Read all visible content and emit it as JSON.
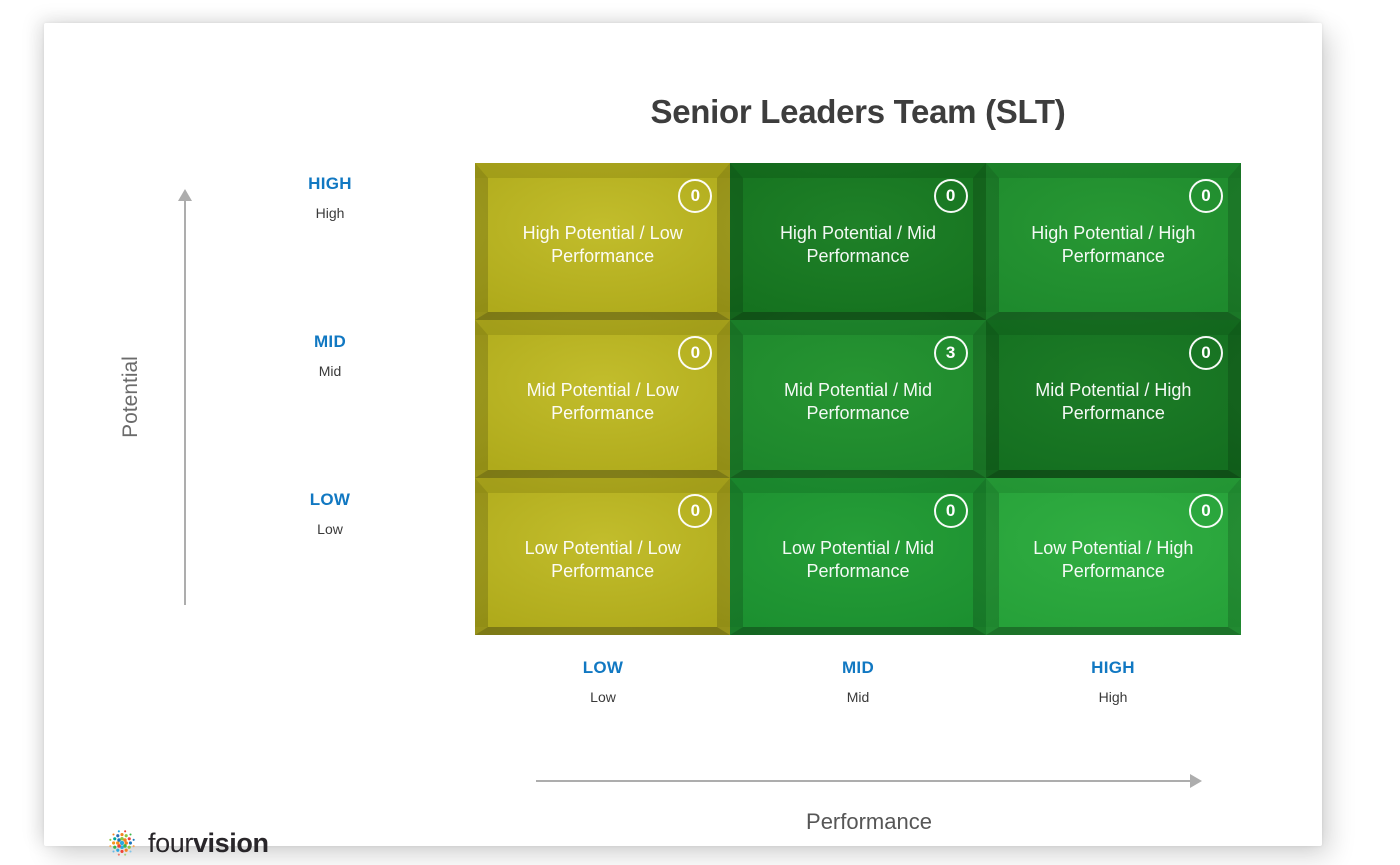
{
  "title": "Senior Leaders Team (SLT)",
  "colors": {
    "axis_blue": "#1178c2",
    "axis_gray": "#adadad",
    "title_gray": "#3d3d3d",
    "yellow_cell": "#afaa1b",
    "dark_green_cell": "#15721f",
    "green_cell": "#1e8a2d",
    "bright_green_cell": "#26a139"
  },
  "y_axis": {
    "label": "Potential",
    "ticks": [
      {
        "primary": "HIGH",
        "secondary": "High"
      },
      {
        "primary": "MID",
        "secondary": "Mid"
      },
      {
        "primary": "LOW",
        "secondary": "Low"
      }
    ]
  },
  "x_axis": {
    "label": "Performance",
    "ticks": [
      {
        "primary": "LOW",
        "secondary": "Low"
      },
      {
        "primary": "MID",
        "secondary": "Mid"
      },
      {
        "primary": "HIGH",
        "secondary": "High"
      }
    ]
  },
  "grid": {
    "cells": [
      {
        "label": "High Potential / Low Performance",
        "count": "0",
        "color_base": "#afaa1b",
        "color_light": "#c2bd2c"
      },
      {
        "label": "High Potential / Mid Performance",
        "count": "0",
        "color_base": "#15721f",
        "color_light": "#1f8128"
      },
      {
        "label": "High Potential / High Performance",
        "count": "0",
        "color_base": "#1e8a2d",
        "color_light": "#289834"
      },
      {
        "label": "Mid Potential / Low Performance",
        "count": "0",
        "color_base": "#afaa1b",
        "color_light": "#c2bd2c"
      },
      {
        "label": "Mid Potential / Mid Performance",
        "count": "3",
        "color_base": "#1d872c",
        "color_light": "#279532"
      },
      {
        "label": "Mid Potential / High Performance",
        "count": "0",
        "color_base": "#146f20",
        "color_light": "#1d7d27"
      },
      {
        "label": "Low Potential / Low Performance",
        "count": "0",
        "color_base": "#afaa1b",
        "color_light": "#c2bd2c"
      },
      {
        "label": "Low Potential / Mid Performance",
        "count": "0",
        "color_base": "#1c9030",
        "color_light": "#269e38"
      },
      {
        "label": "Low Potential / High Performance",
        "count": "0",
        "color_base": "#26a139",
        "color_light": "#31ae42"
      }
    ]
  },
  "logo": {
    "text_regular": "four",
    "text_bold": "vision"
  },
  "chart_data": {
    "type": "heatmap",
    "title": "Senior Leaders Team (SLT)",
    "xlabel": "Performance",
    "ylabel": "Potential",
    "x_categories": [
      "Low",
      "Mid",
      "High"
    ],
    "y_categories": [
      "High",
      "Mid",
      "Low"
    ],
    "legend": "none",
    "grid": "off",
    "cells": [
      {
        "potential": "High",
        "performance": "Low",
        "label": "High Potential / Low Performance",
        "count": 0,
        "color": "#afaa1b"
      },
      {
        "potential": "High",
        "performance": "Mid",
        "label": "High Potential / Mid Performance",
        "count": 0,
        "color": "#15721f"
      },
      {
        "potential": "High",
        "performance": "High",
        "label": "High Potential / High Performance",
        "count": 0,
        "color": "#1e8a2d"
      },
      {
        "potential": "Mid",
        "performance": "Low",
        "label": "Mid Potential / Low Performance",
        "count": 0,
        "color": "#afaa1b"
      },
      {
        "potential": "Mid",
        "performance": "Mid",
        "label": "Mid Potential / Mid Performance",
        "count": 3,
        "color": "#1d872c"
      },
      {
        "potential": "Mid",
        "performance": "High",
        "label": "Mid Potential / High Performance",
        "count": 0,
        "color": "#146f20"
      },
      {
        "potential": "Low",
        "performance": "Low",
        "label": "Low Potential / Low Performance",
        "count": 0,
        "color": "#afaa1b"
      },
      {
        "potential": "Low",
        "performance": "Mid",
        "label": "Low Potential / Mid Performance",
        "count": 0,
        "color": "#1c9030"
      },
      {
        "potential": "Low",
        "performance": "High",
        "label": "Low Potential / High Performance",
        "count": 0,
        "color": "#26a139"
      }
    ]
  }
}
